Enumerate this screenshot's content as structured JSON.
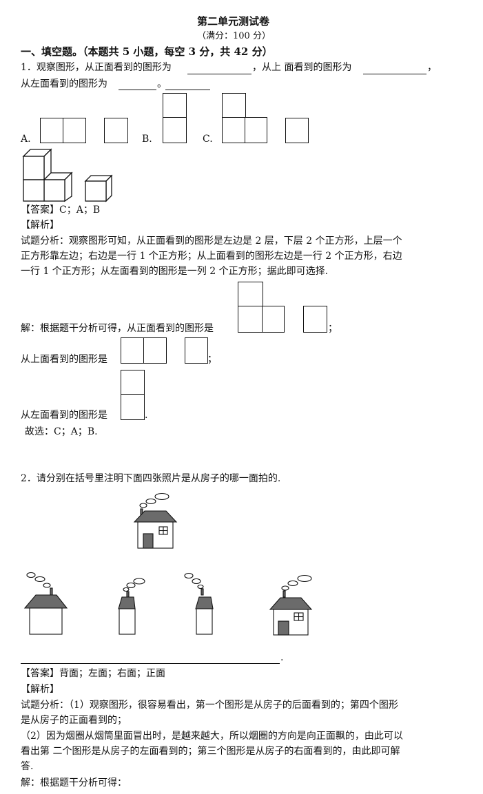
{
  "header": {
    "title": "第二单元测试卷",
    "subtitle": "（满分：100 分）"
  },
  "section1": {
    "heading": "一、填空题。（本题共 5 小题，每空 3 分，共 42 分）"
  },
  "q1": {
    "line1_a": "1．观察图形，从正面看到的图形为",
    "line1_b": "，从上 面看到的图形为",
    "line1_c": "，",
    "line2_a": "从左面看到的图形为",
    "line2_b": "。",
    "option_a": "A.",
    "option_b": "B.",
    "option_c": "C.",
    "answer": "【答案】C；A；B",
    "analysis_label": "【解析】",
    "analysis_lines": [
      "试题分析：观察图形可知，从正面看到的图形是左边是 2 层，下层 2 个正方形，上层一个",
      "正方形靠左边；右边是一行 1 个正方形；从上面看到的图形左边是一行 2 个正方形，右边",
      "一行 1 个正方形；从左面看到的图形是一列 2 个正方形；据此即可选择."
    ],
    "solution_front": "解：根据题干分析可得，从正面看到的图形是",
    "solution_front_end": "；",
    "solution_top": "从上面看到的图形是",
    "solution_top_end": "；",
    "solution_left": "从左面看到的图形是",
    "solution_left_end": ".",
    "choice": "故选：C；A；B."
  },
  "q2": {
    "question": "2．请分别在括号里注明下面四张照片是从房子的哪一面拍的.",
    "blank_end": ".",
    "answer": "【答案】背面；左面；右面；正面",
    "analysis_label": "【解析】",
    "analysis_lines": [
      "试题分析：（1）观察图形，很容易看出，第一个图形是从房子的后面看到的；第四个图形",
      "是从房子的正面看到的；",
      "（2）因为烟圈从烟筒里面冒出时，是越来越大，所以烟圈的方向是向正面飘的，由此可以",
      "看出第 二个图形是从房子的左面看到的；第三个图形是从房子的右面看到的，由此即可解",
      "答."
    ],
    "solution": "解：根据题干分析可得："
  },
  "colors": {
    "roof": "#6b6b6b",
    "door": "#6b6b6b",
    "ink": "#111111"
  }
}
